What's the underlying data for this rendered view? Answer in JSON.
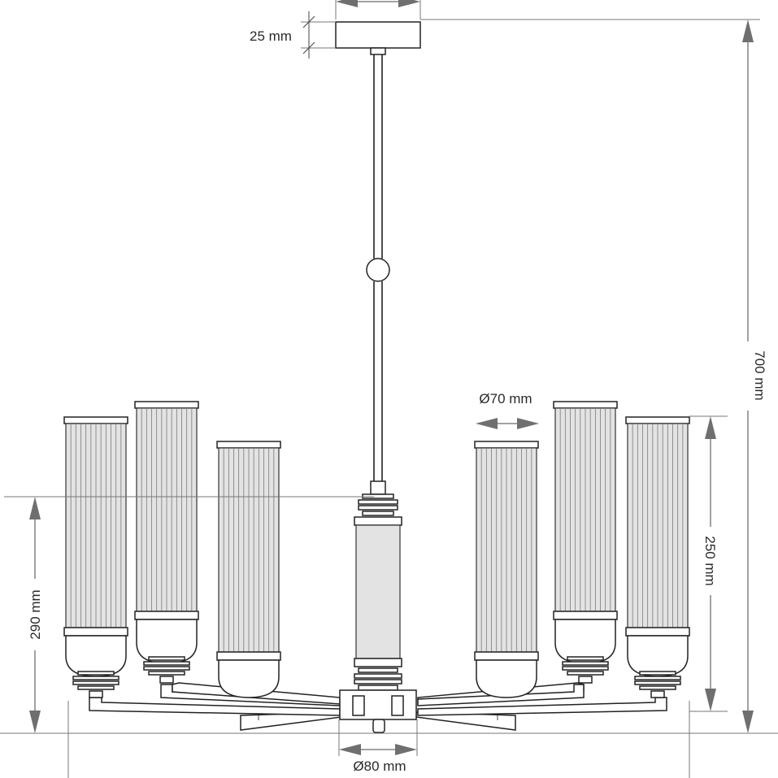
{
  "dimensions": {
    "canopy_height": "25 mm",
    "total_height": "700 mm",
    "shade_diameter": "Ø70 mm",
    "shade_height": "250 mm",
    "lower_height": "290 mm",
    "hub_diameter": "Ø80 mm"
  }
}
